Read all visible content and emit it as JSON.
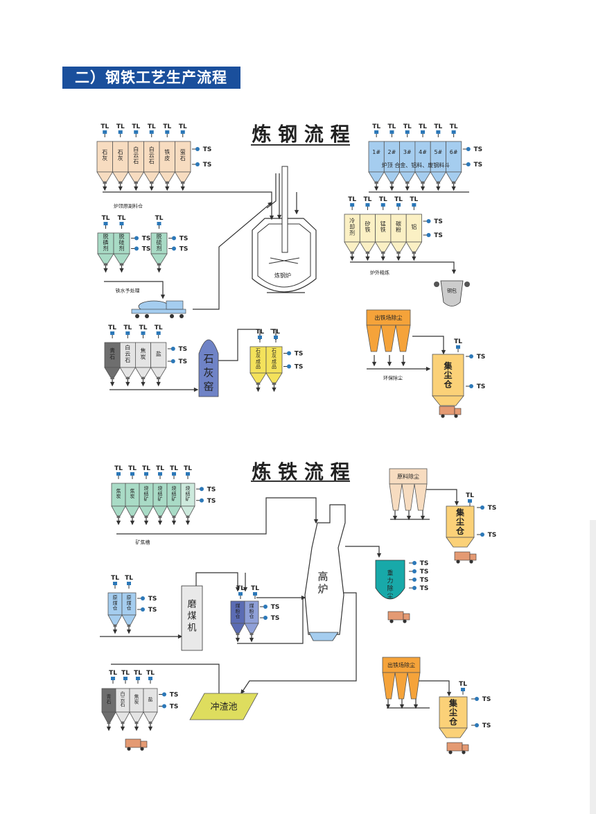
{
  "header": {
    "title": "二）钢铁工艺生产流程"
  },
  "steel": {
    "title": "炼 钢 流 程",
    "raw": {
      "labels": [
        "石\n灰",
        "石\n灰",
        "白\n云\n石",
        "白\n云\n石",
        "铁\n皮",
        "萤\n石"
      ],
      "caption": "炉顶原副料仓"
    },
    "alloy": {
      "labels": [
        "1#",
        "2#",
        "3#",
        "4#",
        "5#",
        "6#"
      ],
      "caption": "炉顶 合金、铝料、废钢料斗"
    },
    "pre": {
      "labels": [
        "脱\n磷\n剂",
        "脱\n硅\n剂",
        "脱\n硫\n剂"
      ],
      "caption": "铁水予处理"
    },
    "furnace": "炼钢炉",
    "refine": {
      "labels": [
        "冷\n却\n剂",
        "矽\n铁",
        "锰\n铁",
        "碳\n粉",
        "铝"
      ],
      "caption": "炉外精炼"
    },
    "ladle": "钢包",
    "lime": {
      "labels": [
        "青\n石",
        "白\n云\n石",
        "焦\n炭",
        "盐"
      ]
    },
    "kiln": "石\n灰\n窑",
    "lime_prod": {
      "labels": [
        "石\n灰\n成\n品",
        "石\n灰\n成\n品"
      ]
    },
    "dust": {
      "header": "出铁场除尘",
      "caption": "环保除尘",
      "bin": "集\n尘\n仓"
    }
  },
  "iron": {
    "title": "炼 铁 流 程",
    "ore": {
      "labels": [
        "焦\n炭",
        "焦\n炭",
        "烧\n结\n矿",
        "烧\n结\n矿",
        "烧\n结\n矿",
        "烧\n结\n矿"
      ],
      "caption": "矿焦槽"
    },
    "raw_dust": {
      "header": "原料除尘",
      "bin": "集\n尘\n仓"
    },
    "coal": {
      "labels": [
        "原\n煤\n仓",
        "原\n煤\n仓"
      ]
    },
    "mill": "磨\n煤\n机",
    "powder": {
      "labels": [
        "煤\n粉\n仓",
        "煤\n粉\n仓"
      ]
    },
    "bf": "高\n炉",
    "gravity": "重\n力\n除\n尘",
    "slag": "冲渣池",
    "flux": {
      "labels": [
        "青\n石",
        "白\n云\n石",
        "焦\n炭",
        "盐"
      ]
    },
    "tap_dust": {
      "header": "出铁场除尘",
      "bin": "集\n尘\n仓"
    }
  },
  "tags": {
    "tl": "TL",
    "ts": "TS"
  },
  "colors": {
    "header": "#1a4f9c",
    "peach": "#f7dcc0",
    "blue": "#a5cdef",
    "green": "#a9dbc6",
    "cream": "#fbf0c4",
    "gray": "#e4e4e4",
    "yellow": "#f4e25b",
    "orange": "#f5a33a",
    "gold": "#fbd178",
    "purple": "#6f83c6",
    "teal": "#18a9a9",
    "sensor": "#2c78b8"
  }
}
